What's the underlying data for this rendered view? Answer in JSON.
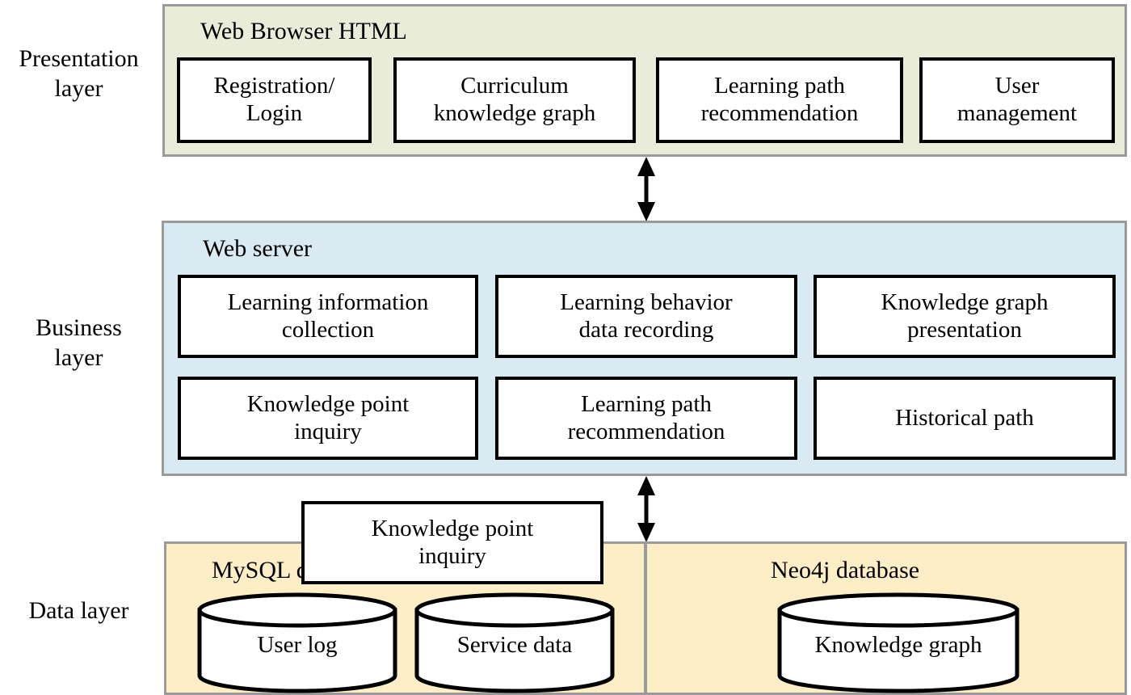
{
  "figure": {
    "type": "layered-architecture-diagram",
    "layers": [
      {
        "caption": "Presentation\nlayer",
        "title": "Web Browser HTML",
        "fill_color": "#e8ecd9",
        "border_color": "#9a9a9a",
        "modules": [
          "Registration/\nLogin",
          "Curriculum\nknowledge graph",
          "Learning path\nrecommendation",
          "User\nmanagement"
        ]
      },
      {
        "caption": "Business\nlayer",
        "title": "Web server",
        "fill_color": "#d9eaf2",
        "border_color": "#9a9a9a",
        "modules_row1": [
          "Learning information\ncollection",
          "Learning behavior\ndata recording",
          "Knowledge graph\npresentation"
        ],
        "modules_row2": [
          "Knowledge point\ninquiry",
          "Learning path\nrecommendation",
          "Historical path"
        ]
      },
      {
        "caption": "Data layer",
        "fill_color": "#fdeec8",
        "border_color": "#9a9a9a",
        "left_title": "MySQL database",
        "right_title": "Neo4j database",
        "stores_left": [
          "User log",
          "Service data"
        ],
        "stores_right": [
          "Knowledge graph"
        ],
        "overlay_box": "Knowledge point\ninquiry"
      }
    ],
    "connectors": [
      {
        "name": "presentation-business-link",
        "style": "double-headed-vertical-arrow"
      },
      {
        "name": "business-data-link",
        "style": "double-headed-vertical-arrow"
      }
    ]
  }
}
